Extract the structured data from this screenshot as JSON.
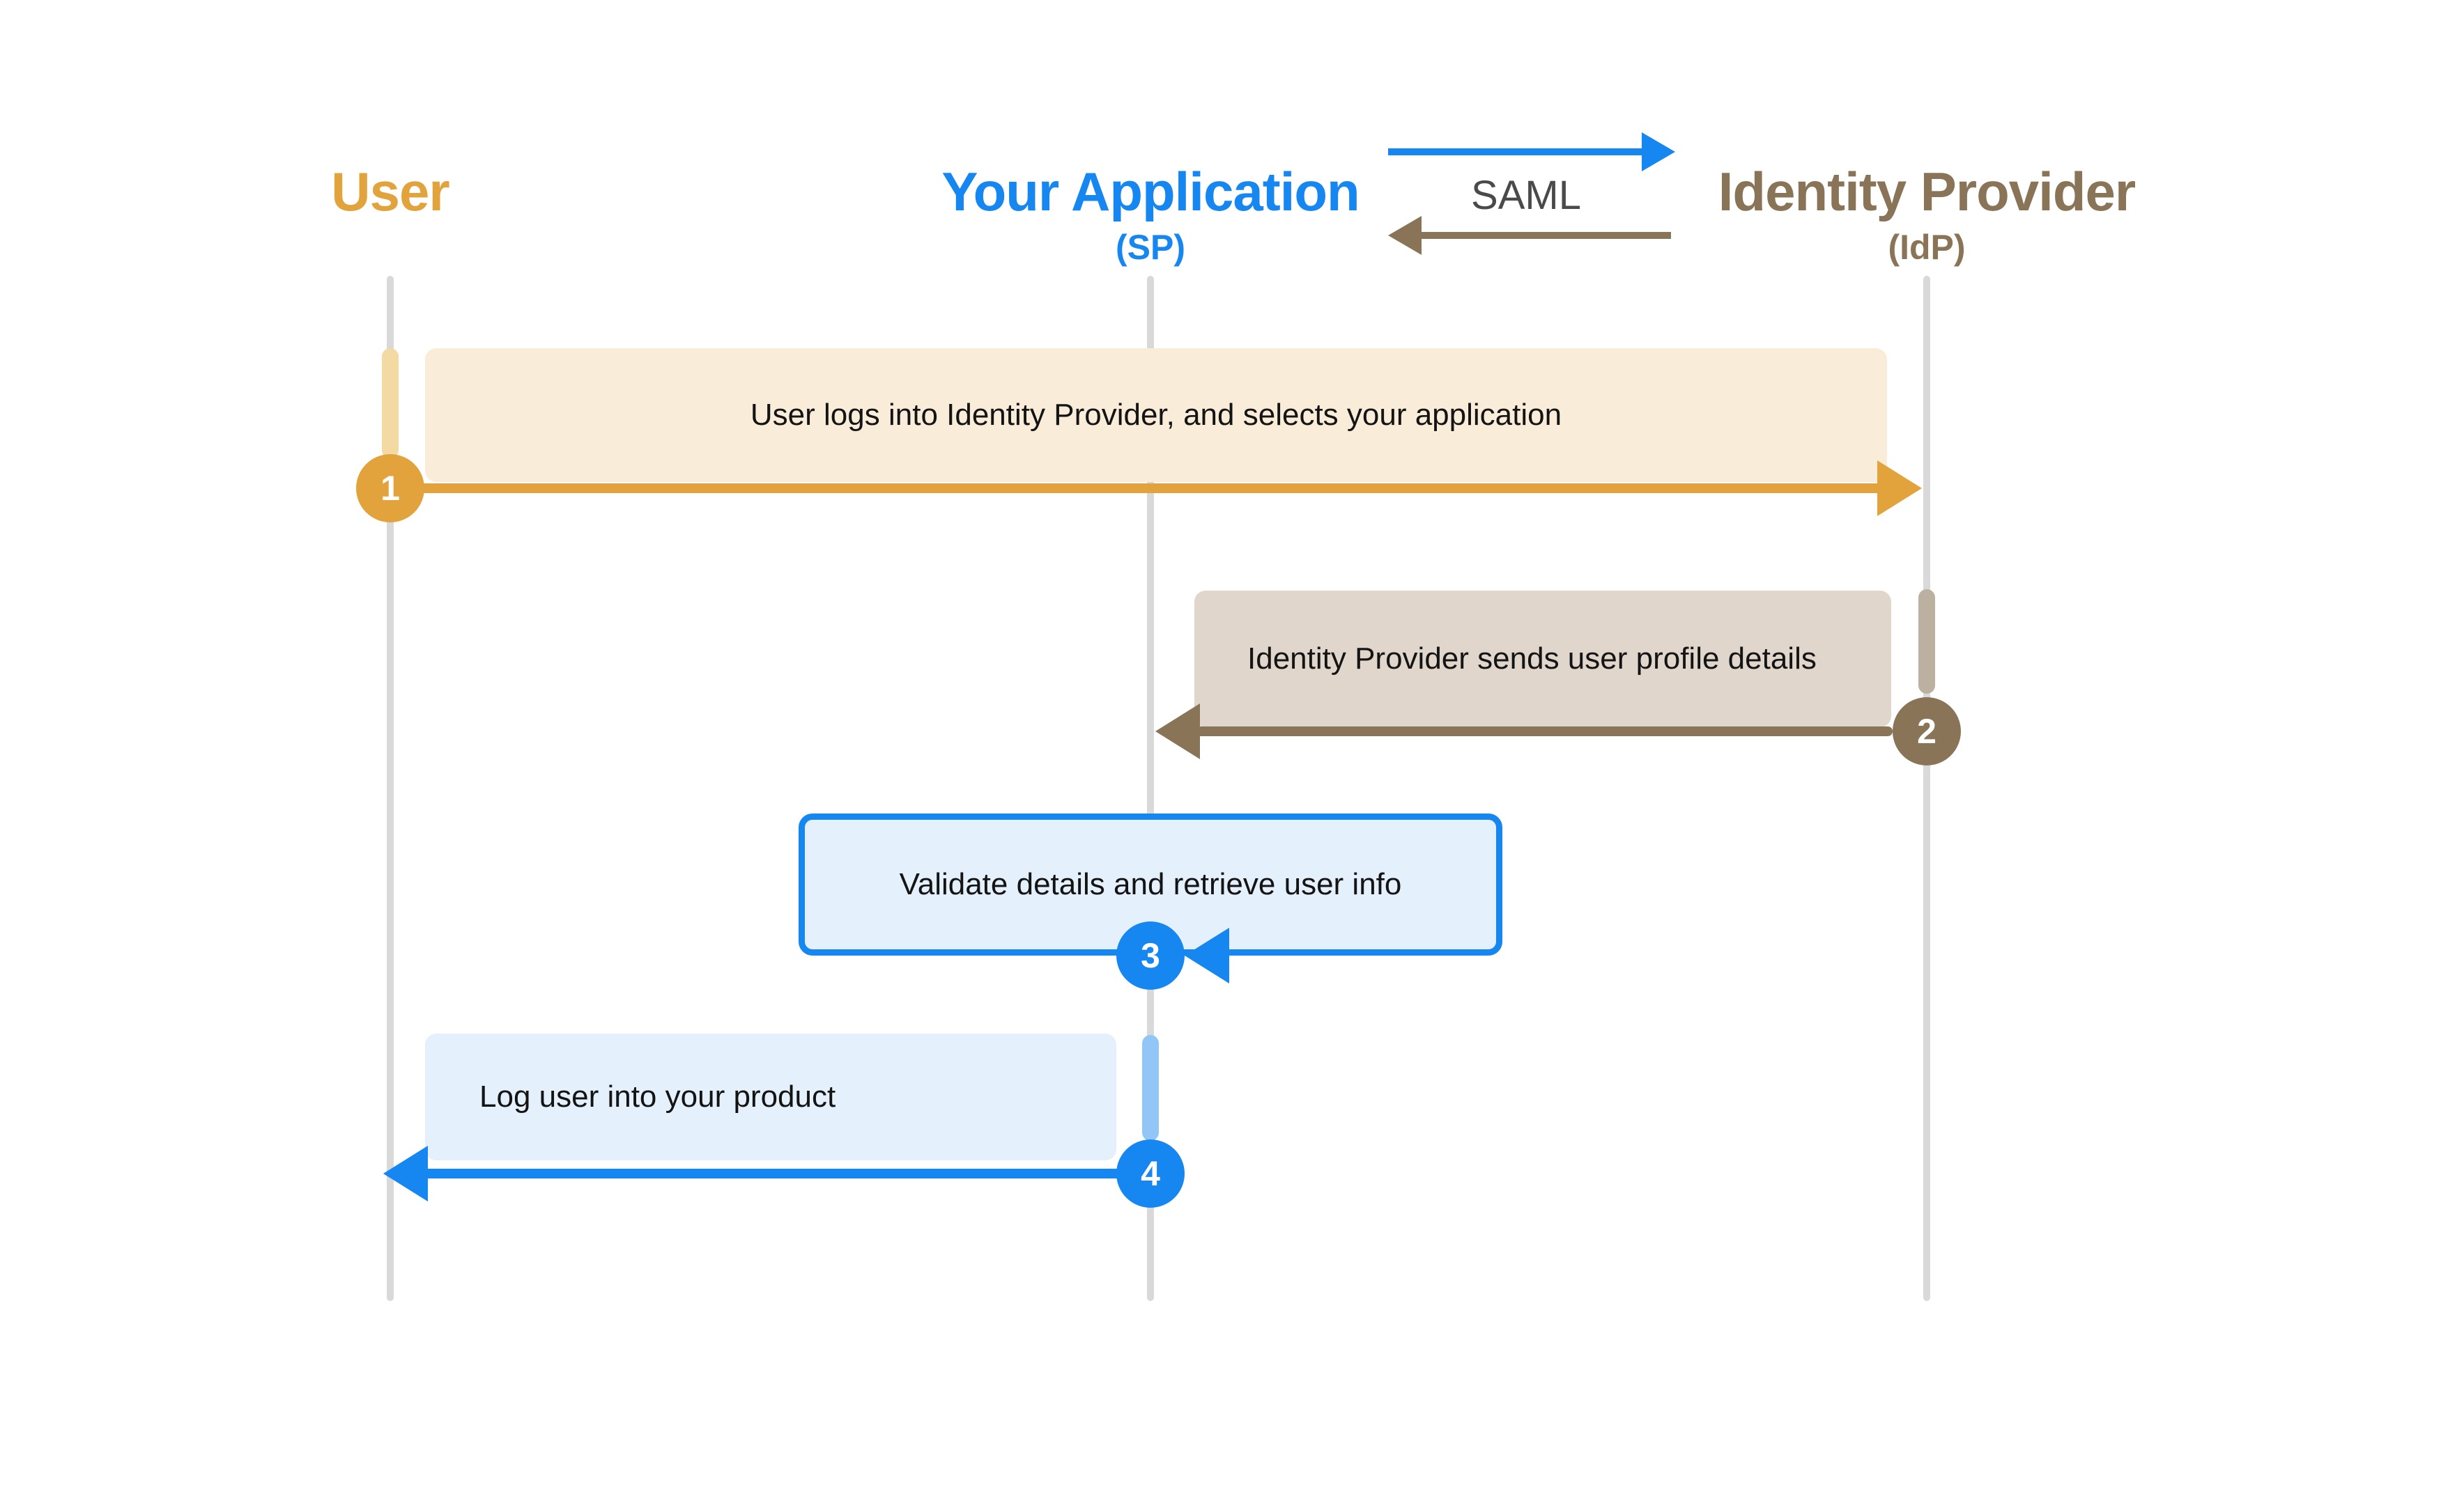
{
  "actors": [
    {
      "name": "User",
      "subtitle": "",
      "role": "user"
    },
    {
      "name": "Your Application",
      "subtitle": "(SP)",
      "role": "service-provider"
    },
    {
      "name": "Identity Provider",
      "subtitle": "(IdP)",
      "role": "identity-provider"
    }
  ],
  "legend": {
    "label": "SAML"
  },
  "steps": [
    {
      "num": "1",
      "text": "User logs into Identity Provider, and selects your application",
      "from": "User",
      "to": "Identity Provider"
    },
    {
      "num": "2",
      "text": "Identity Provider sends user profile details",
      "from": "Identity Provider",
      "to": "Your Application"
    },
    {
      "num": "3",
      "text": "Validate details and retrieve user info",
      "from": "Your Application",
      "to": "Your Application"
    },
    {
      "num": "4",
      "text": "Log user into your product",
      "from": "Your Application",
      "to": "User"
    }
  ],
  "colors": {
    "user_accent": "#E2A33C",
    "user_activation": "#F3D9A2",
    "user_note_bg": "#F9EDD9",
    "app_accent": "#1686F0",
    "app_activation": "#92C6F7",
    "app_note_bg": "#E4F0FB",
    "idp_accent": "#8A7457",
    "idp_activation": "#BCB0A0",
    "idp_note_bg": "#E0D6CC",
    "lifeline": "#D9D9D9",
    "text": "#141414",
    "saml_label": "#4A4A4A"
  }
}
